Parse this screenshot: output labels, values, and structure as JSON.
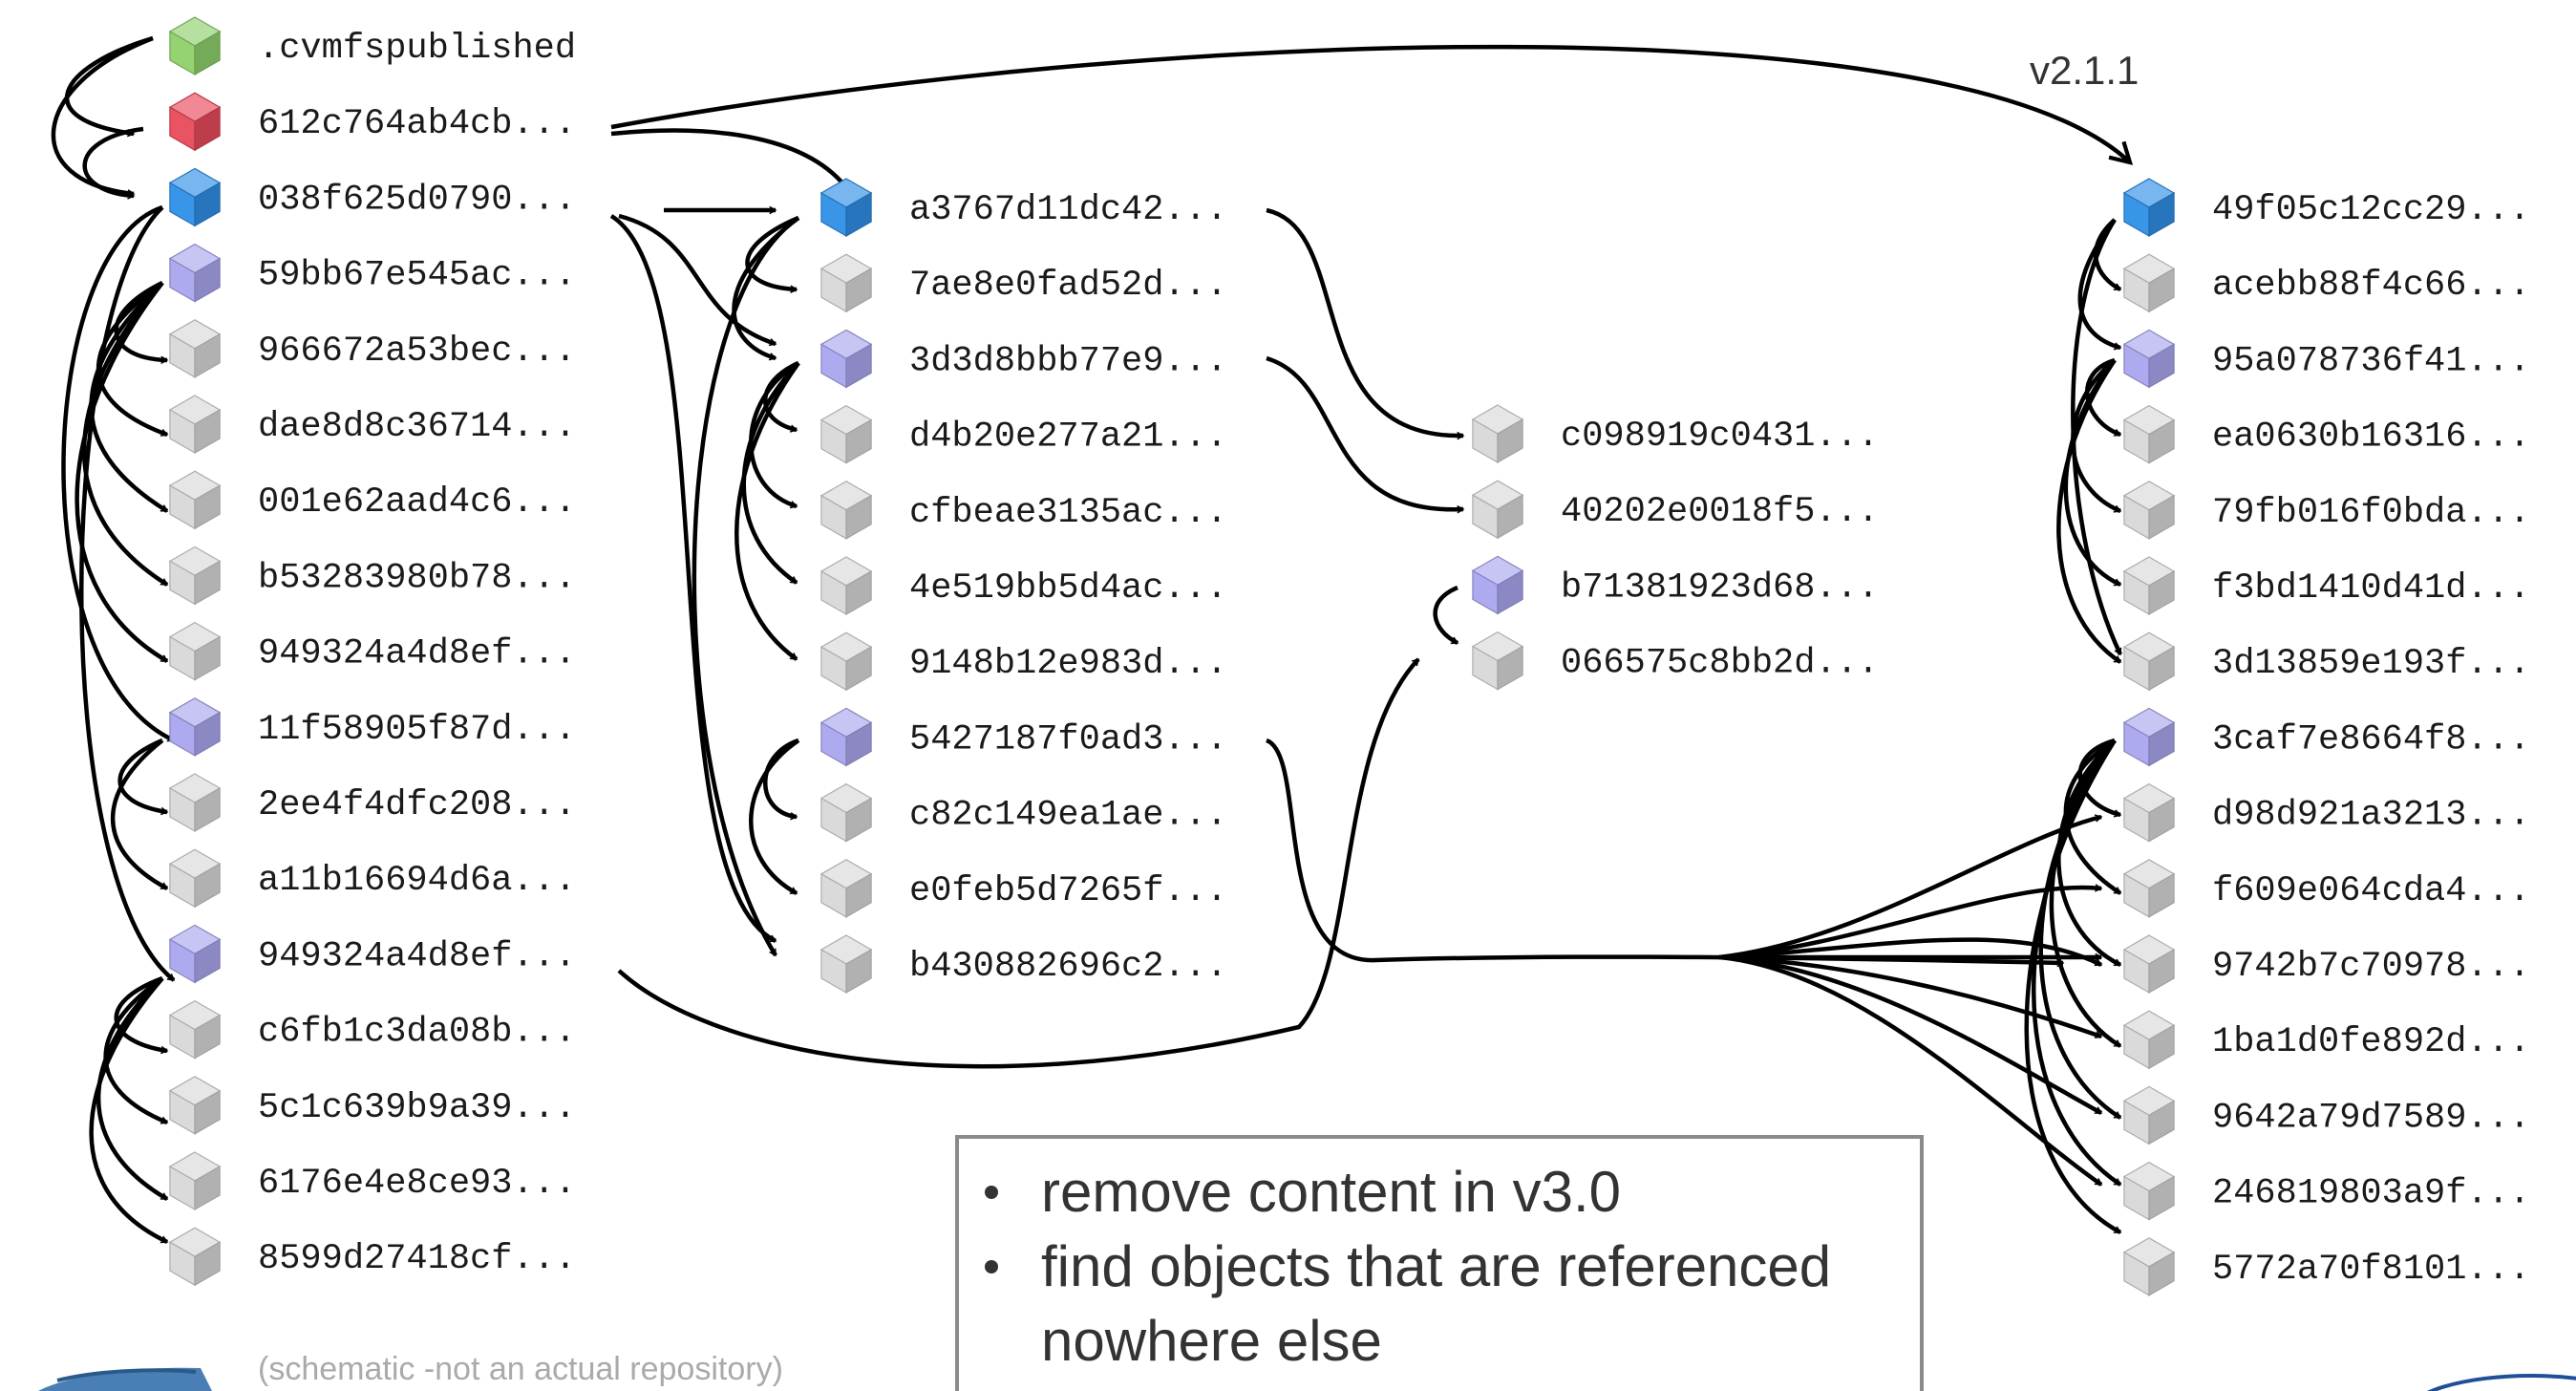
{
  "colors": {
    "green": "#8fd06b",
    "red": "#e84a5a",
    "blue": "#2f8fe6",
    "lavender": "#a9a6ee",
    "gray": "#d8d8d8"
  },
  "columns": [
    {
      "id": "c1",
      "items": [
        {
          "label": ".cvmfspublished",
          "color": "green"
        },
        {
          "label": "612c764ab4cb...",
          "color": "red"
        },
        {
          "label": "038f625d0790...",
          "color": "blue"
        },
        {
          "label": "59bb67e545ac...",
          "color": "lavender"
        },
        {
          "label": "966672a53bec...",
          "color": "gray"
        },
        {
          "label": "dae8d8c36714...",
          "color": "gray"
        },
        {
          "label": "001e62aad4c6...",
          "color": "gray"
        },
        {
          "label": "b53283980b78...",
          "color": "gray"
        },
        {
          "label": "949324a4d8ef...",
          "color": "gray"
        },
        {
          "label": "11f58905f87d...",
          "color": "lavender"
        },
        {
          "label": "2ee4f4dfc208...",
          "color": "gray"
        },
        {
          "label": "a11b16694d6a...",
          "color": "gray"
        },
        {
          "label": "949324a4d8ef...",
          "color": "lavender"
        },
        {
          "label": "c6fb1c3da08b...",
          "color": "gray"
        },
        {
          "label": "5c1c639b9a39...",
          "color": "gray"
        },
        {
          "label": "6176e4e8ce93...",
          "color": "gray"
        },
        {
          "label": "8599d27418cf...",
          "color": "gray"
        }
      ]
    },
    {
      "id": "c2",
      "items": [
        {
          "label": "a3767d11dc42...",
          "color": "blue"
        },
        {
          "label": "7ae8e0fad52d...",
          "color": "gray"
        },
        {
          "label": "3d3d8bbb77e9...",
          "color": "lavender"
        },
        {
          "label": "d4b20e277a21...",
          "color": "gray"
        },
        {
          "label": "cfbeae3135ac...",
          "color": "gray"
        },
        {
          "label": "4e519bb5d4ac...",
          "color": "gray"
        },
        {
          "label": "9148b12e983d...",
          "color": "gray"
        },
        {
          "label": "5427187f0ad3...",
          "color": "lavender"
        },
        {
          "label": "c82c149ea1ae...",
          "color": "gray"
        },
        {
          "label": "e0feb5d7265f...",
          "color": "gray"
        },
        {
          "label": "b430882696c2...",
          "color": "gray"
        }
      ]
    },
    {
      "id": "c3",
      "items": [
        {
          "label": "c098919c0431...",
          "color": "gray"
        },
        {
          "label": "40202e0018f5...",
          "color": "gray"
        },
        {
          "label": "b71381923d68...",
          "color": "lavender"
        },
        {
          "label": "066575c8bb2d...",
          "color": "gray"
        }
      ]
    },
    {
      "id": "c4",
      "items": [
        {
          "label": "49f05c12cc29...",
          "color": "blue"
        },
        {
          "label": "acebb88f4c66...",
          "color": "gray"
        },
        {
          "label": "95a078736f41...",
          "color": "lavender"
        },
        {
          "label": "ea0630b16316...",
          "color": "gray"
        },
        {
          "label": "79fb016f0bda...",
          "color": "gray"
        },
        {
          "label": "f3bd1410d41d...",
          "color": "gray"
        },
        {
          "label": "3d13859e193f...",
          "color": "gray"
        },
        {
          "label": "3caf7e8664f8...",
          "color": "lavender"
        },
        {
          "label": "d98d921a3213...",
          "color": "gray"
        },
        {
          "label": "f609e064cda4...",
          "color": "gray"
        },
        {
          "label": "9742b7c70978...",
          "color": "gray"
        },
        {
          "label": "1ba1d0fe892d...",
          "color": "gray"
        },
        {
          "label": "9642a79d7589...",
          "color": "gray"
        },
        {
          "label": "246819803a9f...",
          "color": "gray"
        },
        {
          "label": "5772a70f8101...",
          "color": "gray"
        }
      ]
    }
  ],
  "version_label": "v2.1.1",
  "caption": "(schematic -not an actual repository)",
  "note": {
    "bullets": [
      {
        "lines": [
          "remove content in v3.0"
        ]
      },
      {
        "lines": [
          "find objects that are referenced",
          "nowhere else"
        ]
      }
    ]
  },
  "icons": [
    "object-cube-icon",
    "arrowhead-icon",
    "bullet-icon",
    "logo-icon"
  ]
}
